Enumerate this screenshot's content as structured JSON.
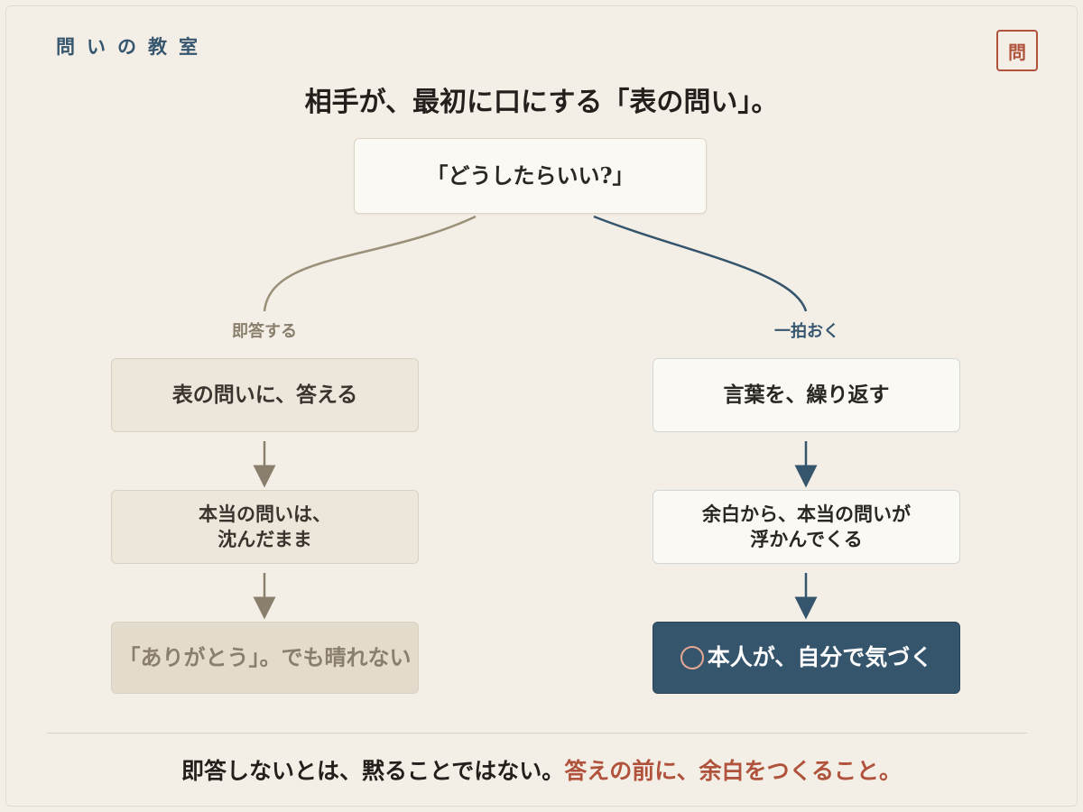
{
  "header": {
    "brand": "問いの教室",
    "seal": "問"
  },
  "headline": "相手が、最初に口にする「表の問い」。",
  "question": "「どうしたらいい?」",
  "left_branch": {
    "label": "即答する",
    "steps": [
      "表の問いに、答える",
      [
        "本当の問いは、",
        "沈んだまま"
      ],
      "「ありがとう」。でも晴れない"
    ]
  },
  "right_branch": {
    "label": "一拍おく",
    "steps": [
      "言葉を、繰り返す",
      [
        "余白から、本当の問いが",
        "浮かんでくる"
      ],
      "本人が、自分で気づく"
    ]
  },
  "footer": {
    "main": "即答しないとは、黙ることではない。",
    "accent": "答えの前に、余白をつくること。"
  },
  "colors": {
    "navy": "#35556d",
    "khaki": "#8a7f6d",
    "rust": "#b0523c",
    "background": "#f3eee6"
  }
}
